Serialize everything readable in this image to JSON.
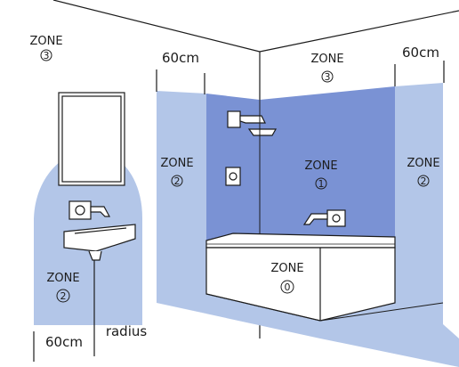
{
  "diagram": {
    "zones": [
      {
        "id": "zone-3-left",
        "word": "ZONE",
        "number": "3"
      },
      {
        "id": "zone-3-center",
        "word": "ZONE",
        "number": "3"
      },
      {
        "id": "zone-2-left-wall",
        "word": "ZONE",
        "number": "2"
      },
      {
        "id": "zone-1",
        "word": "ZONE",
        "number": "1"
      },
      {
        "id": "zone-2-right",
        "word": "ZONE",
        "number": "2"
      },
      {
        "id": "zone-0",
        "word": "ZONE",
        "number": "0"
      },
      {
        "id": "zone-2-basin",
        "word": "ZONE",
        "number": "2"
      }
    ],
    "measurements": {
      "left_width": "60cm",
      "right_width": "60cm",
      "basin_radius_value": "60cm",
      "basin_radius_word": "radius"
    },
    "colors": {
      "zone1": "#7a92d4",
      "zone2": "#b3c6e8",
      "zone0": "#ffffff",
      "line": "#1c1c1c"
    },
    "icons": [
      "mirror-icon",
      "basin-icon",
      "basin-tap-icon",
      "shower-head-icon",
      "shower-control-icon",
      "bath-tap-icon",
      "bathtub-icon"
    ]
  }
}
